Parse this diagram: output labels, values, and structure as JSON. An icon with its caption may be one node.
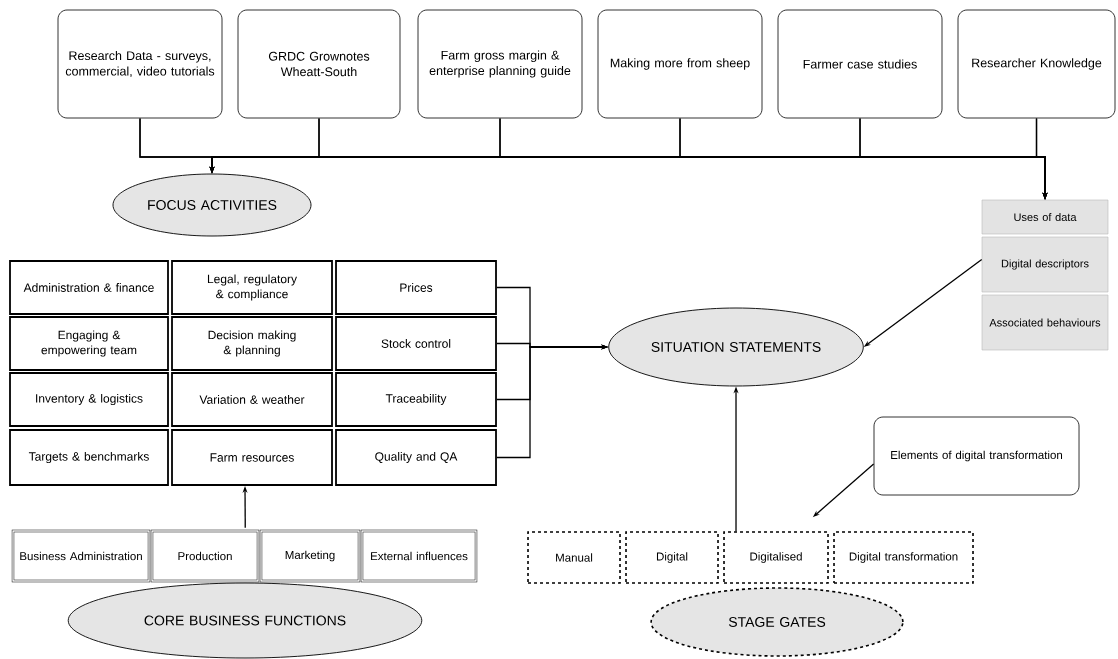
{
  "diagram": {
    "nodes": [
      {
        "text": [
          "Research Data - surveys, commercial, video tutorials"
        ]
      },
      {
        "text": [
          "GRDC Grownotes Wheatt-South"
        ]
      },
      {
        "text": [
          "Farm gross margin & enterprise planning guide"
        ]
      },
      {
        "text": [
          "Making more from sheep"
        ]
      },
      {
        "text": [
          "Farmer case studies"
        ]
      },
      {
        "text": [
          "Researcher Knowledge"
        ]
      },
      {
        "text": [
          "FOCUS ACTIVITIES"
        ]
      },
      {
        "text": [
          "Administration & finance"
        ]
      },
      {
        "text": [
          "Legal, regulatory & compliance"
        ]
      },
      {
        "text": [
          "Prices"
        ]
      },
      {
        "text": [
          "Engaging & empowering team"
        ]
      },
      {
        "text": [
          "Decision making & planning"
        ]
      },
      {
        "text": [
          "Stock control"
        ]
      },
      {
        "text": [
          "Inventory & logistics"
        ]
      },
      {
        "text": [
          "Variation & weather"
        ]
      },
      {
        "text": [
          "Traceability"
        ]
      },
      {
        "text": [
          "Targets & benchmarks"
        ]
      },
      {
        "text": [
          "Farm resources"
        ]
      },
      {
        "text": [
          "Quality and QA"
        ]
      },
      {
        "text": [
          "Uses of data"
        ]
      },
      {
        "text": [
          "Digital descriptors"
        ]
      },
      {
        "text": [
          "Associated behaviours"
        ]
      },
      {
        "text": [
          "SITUATION STATEMENTS"
        ]
      },
      {
        "text": [
          "Elements of digital transformation"
        ]
      },
      {
        "text": [
          "Business Administration"
        ]
      },
      {
        "text": [
          "Production"
        ]
      },
      {
        "text": [
          "Marketing"
        ]
      },
      {
        "text": [
          "External influences"
        ]
      },
      {
        "text": [
          "CORE BUSINESS FUNCTIONS"
        ]
      },
      {
        "text": [
          "Manual"
        ]
      },
      {
        "text": [
          "Digital"
        ]
      },
      {
        "text": [
          "Digitalised"
        ]
      },
      {
        "text": [
          "Digital transformation"
        ]
      },
      {
        "text": [
          "STAGE GATES"
        ]
      }
    ],
    "edges": [
      {
        "from": 0,
        "to": 6,
        "arrow": "to"
      },
      {
        "from": 0,
        "to": 19,
        "arrow": "to"
      },
      {
        "from": 1,
        "to": 6,
        "arrow": "to"
      },
      {
        "from": 1,
        "to": 19,
        "arrow": "to"
      },
      {
        "from": 2,
        "to": 6,
        "arrow": "to"
      },
      {
        "from": 2,
        "to": 19,
        "arrow": "to"
      },
      {
        "from": 3,
        "to": 6,
        "arrow": "to"
      },
      {
        "from": 3,
        "to": 19,
        "arrow": "to"
      },
      {
        "from": 4,
        "to": 6,
        "arrow": "to"
      },
      {
        "from": 4,
        "to": 19,
        "arrow": "to"
      },
      {
        "from": 5,
        "to": 6,
        "arrow": "to"
      },
      {
        "from": 5,
        "to": 19,
        "arrow": "to"
      },
      {
        "from": 9,
        "to": 22,
        "arrow": "to"
      },
      {
        "from": 12,
        "to": 22,
        "arrow": "to"
      },
      {
        "from": 15,
        "to": 22,
        "arrow": "to"
      },
      {
        "from": 18,
        "to": 22,
        "arrow": "to"
      },
      {
        "from": 20,
        "to": 22,
        "arrow": "to"
      },
      {
        "from": 25,
        "to": 17,
        "arrow": "to"
      },
      {
        "from": 31,
        "to": 22,
        "arrow": "to"
      },
      {
        "from": 23,
        "to": 31,
        "arrow": "to"
      }
    ]
  }
}
